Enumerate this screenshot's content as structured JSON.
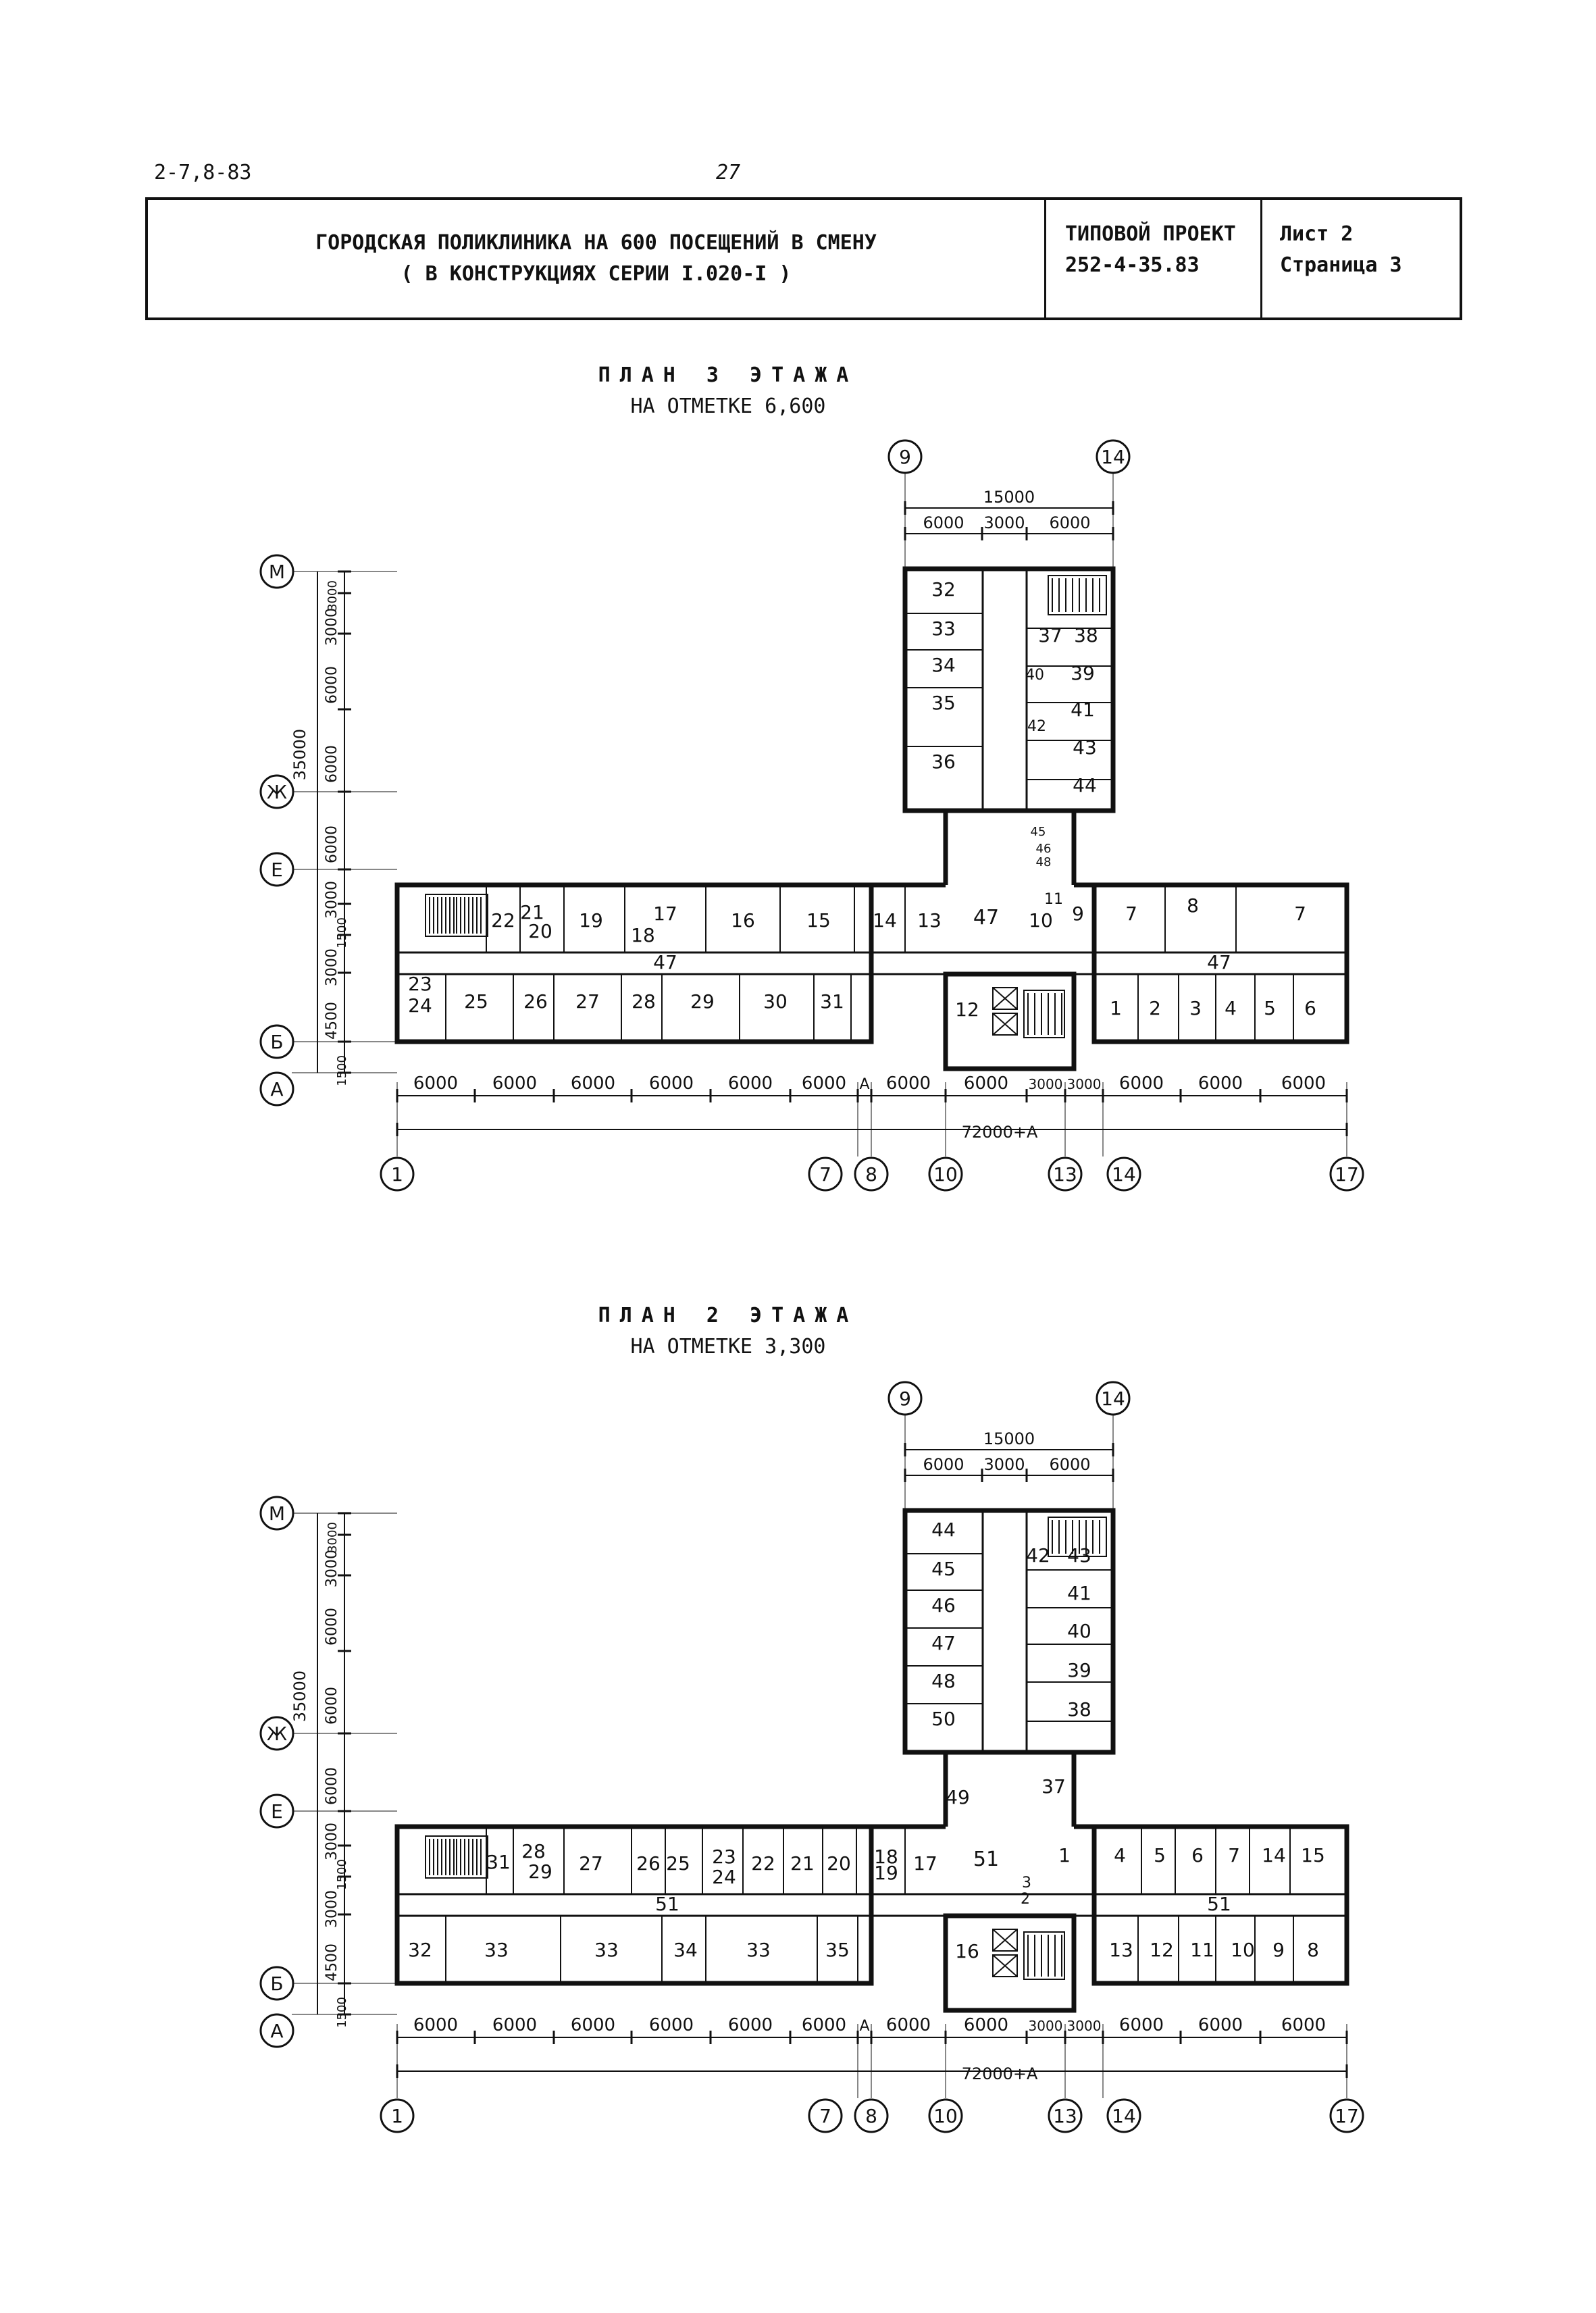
{
  "header": {
    "doc_code": "2-7,8-83",
    "page_number": "27",
    "title_line1": "ГОРОДСКАЯ ПОЛИКЛИНИКА НА 600 ПОСЕЩЕНИЙ В СМЕНУ",
    "title_line2": "( В КОНСТРУКЦИЯХ СЕРИИ I.020-I )",
    "project_label": "ТИПОВОЙ ПРОЕКТ",
    "project_number": "252-4-35.83",
    "sheet_label": "Лист 2",
    "page_label": "Страница 3"
  },
  "plans": [
    {
      "title": "ПЛАН 3 ЭТАЖА",
      "subtitle": "НА ОТМЕТКЕ 6,600",
      "wing_total": "15000",
      "wing_dims": [
        "6000",
        "3000",
        "6000"
      ],
      "wing_axes": [
        "9",
        "14"
      ],
      "left_total": "35000",
      "left_dims": [
        "3000",
        "3000",
        "6000",
        "6000",
        "6000",
        "3000",
        "1500",
        "3000",
        "4500",
        "1500"
      ],
      "left_axes": [
        "М",
        "Ж",
        "Е",
        "Б",
        "А"
      ],
      "bottom_dims": [
        "6000",
        "6000",
        "6000",
        "6000",
        "6000",
        "6000",
        "А",
        "6000",
        "6000",
        "3000",
        "3000",
        "6000",
        "6000",
        "6000"
      ],
      "bottom_total": "72000+A",
      "bottom_axes": [
        "1",
        "7",
        "8",
        "10",
        "13",
        "14",
        "17"
      ],
      "rooms": {
        "wing_left": [
          "32",
          "33",
          "34",
          "35",
          "36"
        ],
        "wing_right": [
          "37",
          "38",
          "40",
          "39",
          "41",
          "42",
          "43",
          "44",
          "45",
          "46",
          "48"
        ],
        "top_left": [
          "22",
          "21",
          "20",
          "19",
          "17",
          "18",
          "16",
          "15",
          "14",
          "13"
        ],
        "corridor": "47",
        "bottom_left": [
          "23",
          "24",
          "25",
          "26",
          "27",
          "28",
          "29",
          "30",
          "31"
        ],
        "core": [
          "12",
          "47"
        ],
        "top_right": [
          "11",
          "10",
          "9",
          "7",
          "8",
          "7"
        ],
        "bottom_right": [
          "1",
          "2",
          "3",
          "4",
          "5",
          "6"
        ]
      }
    },
    {
      "title": "ПЛАН 2 ЭТАЖА",
      "subtitle": "НА ОТМЕТКЕ 3,300",
      "wing_total": "15000",
      "wing_dims": [
        "6000",
        "3000",
        "6000"
      ],
      "wing_axes": [
        "9",
        "14"
      ],
      "left_total": "35000",
      "left_dims": [
        "3000",
        "3000",
        "6000",
        "6000",
        "6000",
        "3000",
        "1500",
        "3000",
        "4500",
        "1500"
      ],
      "left_axes": [
        "М",
        "Ж",
        "Е",
        "Б",
        "А"
      ],
      "bottom_dims": [
        "6000",
        "6000",
        "6000",
        "6000",
        "6000",
        "6000",
        "А",
        "6000",
        "6000",
        "3000",
        "3000",
        "6000",
        "6000",
        "6000"
      ],
      "bottom_total": "72000+A",
      "bottom_axes": [
        "1",
        "7",
        "8",
        "10",
        "13",
        "14",
        "17"
      ],
      "rooms": {
        "wing_left": [
          "44",
          "45",
          "46",
          "47",
          "48",
          "50",
          "49"
        ],
        "wing_right": [
          "42",
          "43",
          "41",
          "40",
          "39",
          "38",
          "37"
        ],
        "top_left": [
          "31",
          "28",
          "29",
          "27",
          "26",
          "25",
          "23",
          "24",
          "22",
          "21",
          "20",
          "18",
          "19",
          "17"
        ],
        "corridor": "51",
        "bottom_left": [
          "32",
          "33",
          "33",
          "34",
          "33",
          "35"
        ],
        "core": [
          "16",
          "51"
        ],
        "top_right": [
          "3",
          "2",
          "1",
          "4",
          "5",
          "6",
          "7",
          "14",
          "15"
        ],
        "bottom_right": [
          "13",
          "12",
          "11",
          "10",
          "9",
          "8"
        ]
      }
    }
  ]
}
